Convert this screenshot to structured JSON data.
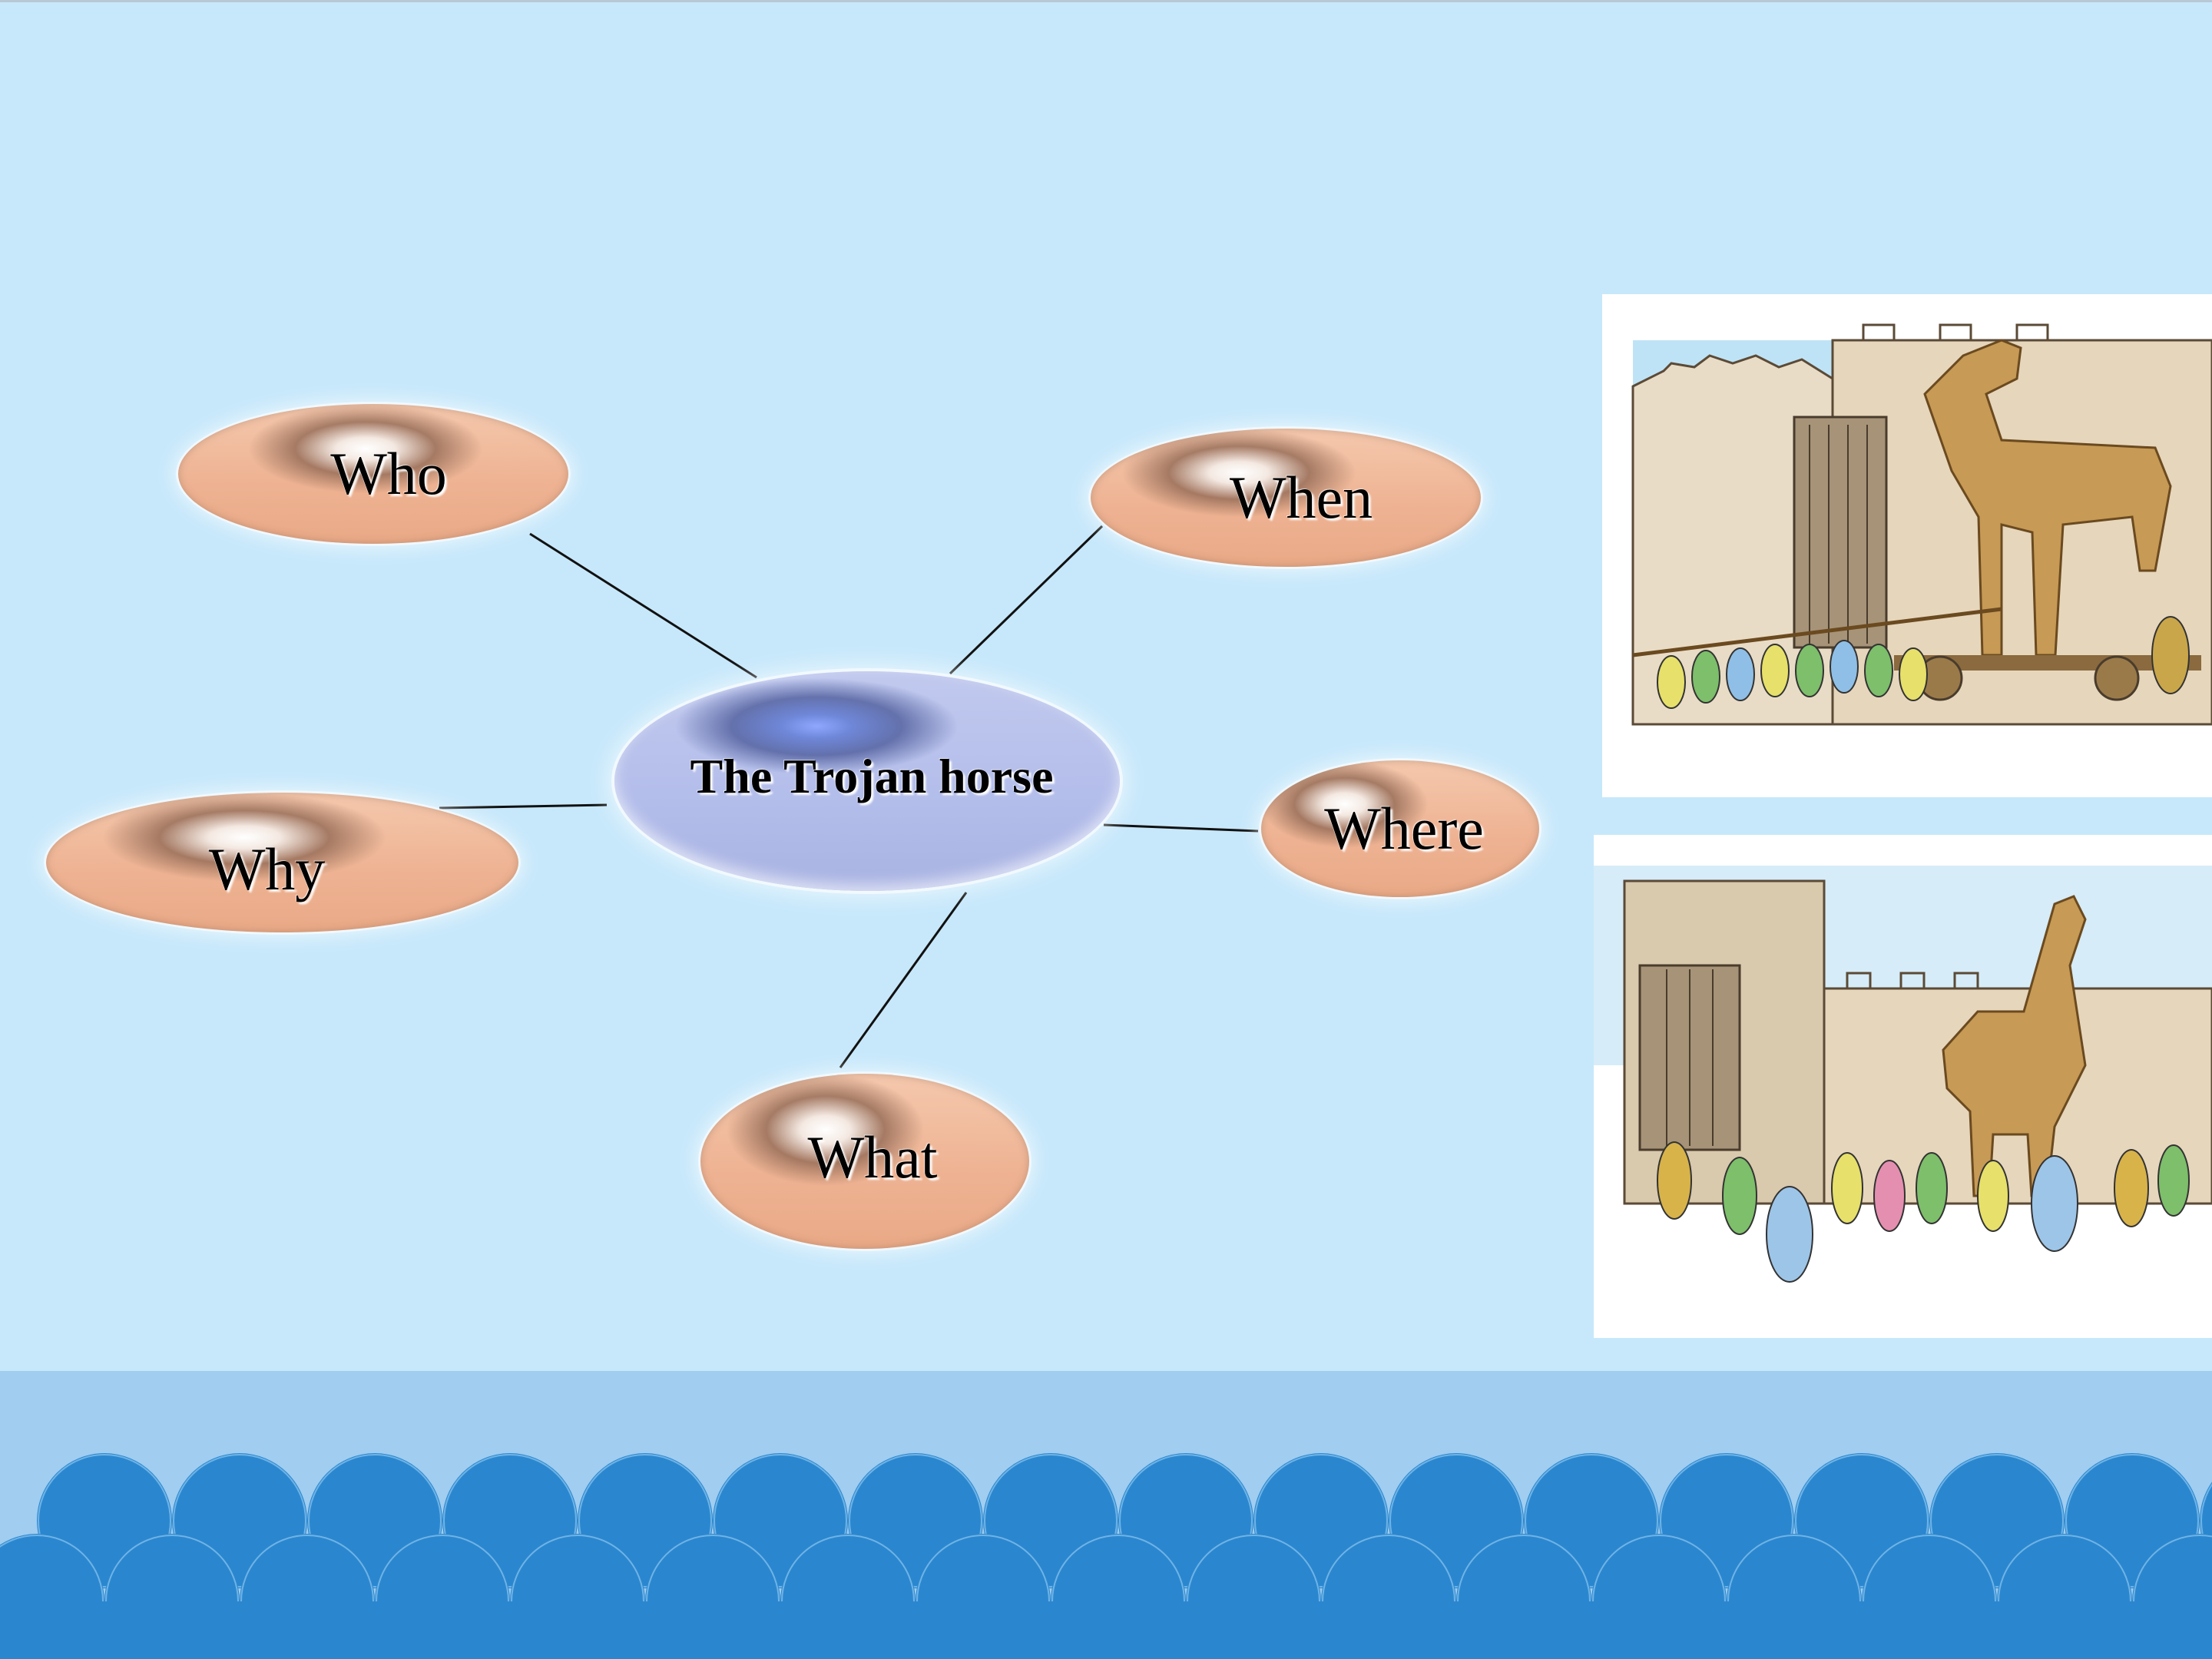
{
  "diagram": {
    "center": {
      "label": "The Trojan horse"
    },
    "nodes": {
      "who": "Who",
      "when": "When",
      "why": "Why",
      "where": "Where",
      "what": "What"
    }
  },
  "colors": {
    "background": "#c7e8fb",
    "leaf_node": "#eeb393",
    "center_node": "#b3bdea",
    "connector": "#111111",
    "footer_band": "#a0cdf0",
    "waves": "#2a87cf"
  },
  "illustrations": [
    {
      "subject": "people pulling the wooden horse toward the city gate"
    },
    {
      "subject": "crowd celebrating around the wooden horse inside the city walls"
    }
  ]
}
